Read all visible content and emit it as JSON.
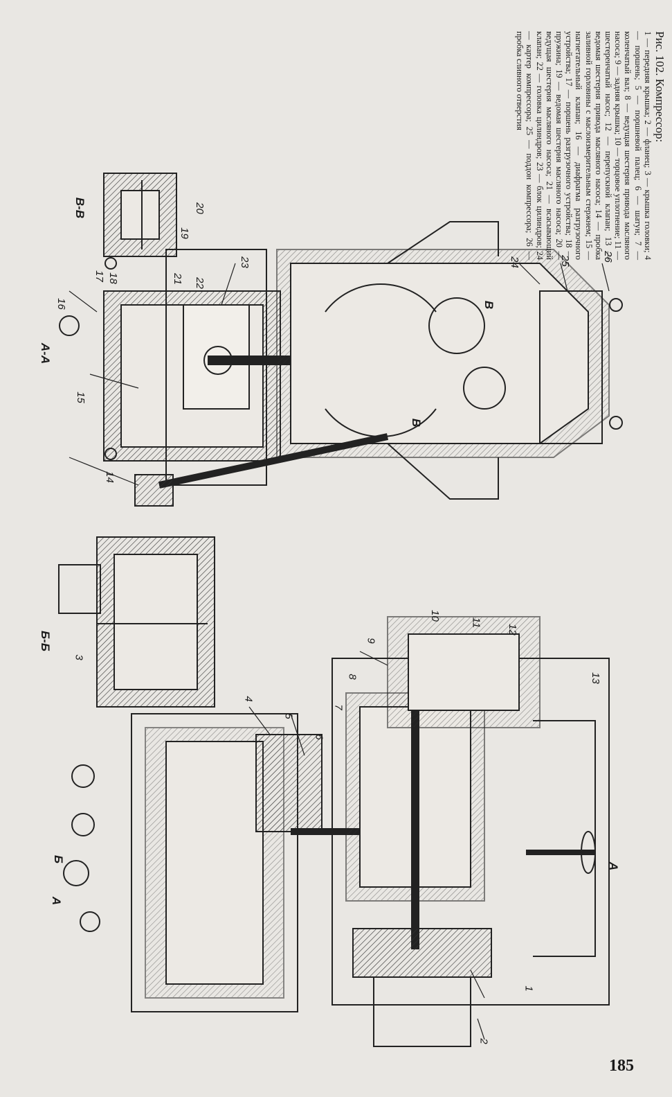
{
  "caption": {
    "title": "Рис. 102. Компрессор:",
    "body": "1 — передняя крышка; 2 — фланец; 3 — крышка головки; 4 — поршень; 5 — поршневой палец; 6 — шатун; 7 — коленчатый вал; 8 — ведущая шестерня привода масляного насоса; 9 — задняя крышка; 10 — торцовое уплотнение; 11 — шестеренчатый насос; 12 — перепускной клапан; 13 — ведомая шестерня привода масляного насоса; 14 — пробка заливной горловины с маслоизмерительным стержнем; 15 — нагнетательный клапан; 16 — диафрагма разгрузочного устройства; 17 — поршень разгрузочного устройства; 18 — пружина; 19 — ведомая шестерня масляного насоса; 20 — ведущая шестерня масляного насоса; 21 — всасывающий клапан; 22 — головка цилиндров; 23 — блок цилиндров; 24 — картер компрессора; 25 — поддон компрессора; 26 — пробка сливного отверстия"
  },
  "page_number": "185",
  "sections": {
    "aa": "А-А",
    "bb": "Б-Б",
    "vv": "В-В",
    "a_mark": "А",
    "b_mark": "Б",
    "v_mark": "В"
  },
  "callouts": [
    "1",
    "2",
    "3",
    "4",
    "5",
    "6",
    "7",
    "8",
    "9",
    "10",
    "11",
    "12",
    "13",
    "14",
    "15",
    "16",
    "17",
    "18",
    "19",
    "20",
    "21",
    "22",
    "23",
    "24",
    "25",
    "26"
  ]
}
